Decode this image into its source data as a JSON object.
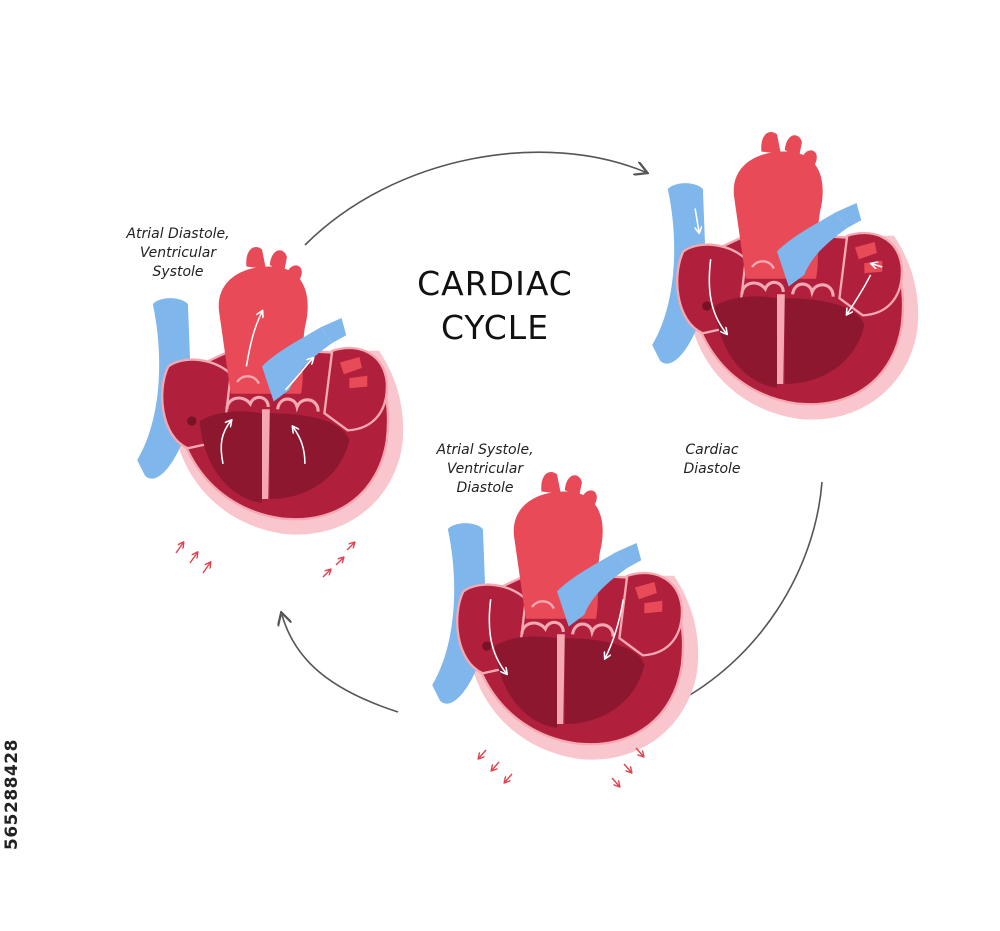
{
  "title": {
    "line1": "CARDIAC",
    "line2": "CYCLE"
  },
  "stages": [
    {
      "line1": "Atrial Diastole,",
      "line2": "Ventricular",
      "line3": "Systole"
    },
    {
      "line1": "Cardiac",
      "line2": "Diastole"
    },
    {
      "line1": "Atrial Systole,",
      "line2": "Ventricular",
      "line3": "Diastole"
    }
  ],
  "stock_id": "565288428",
  "colors": {
    "oxygenated": "#e84b57",
    "deoxygenated": "#7fb6ec",
    "myocardium": "#b01f3c",
    "chamber_dark": "#8e1730",
    "pericardium": "#f8c6cc",
    "arrow_gray": "#555555"
  },
  "icons": [
    "heart-illustration",
    "cycle-arrow",
    "blood-flow-arrow",
    "contraction-arrow"
  ]
}
